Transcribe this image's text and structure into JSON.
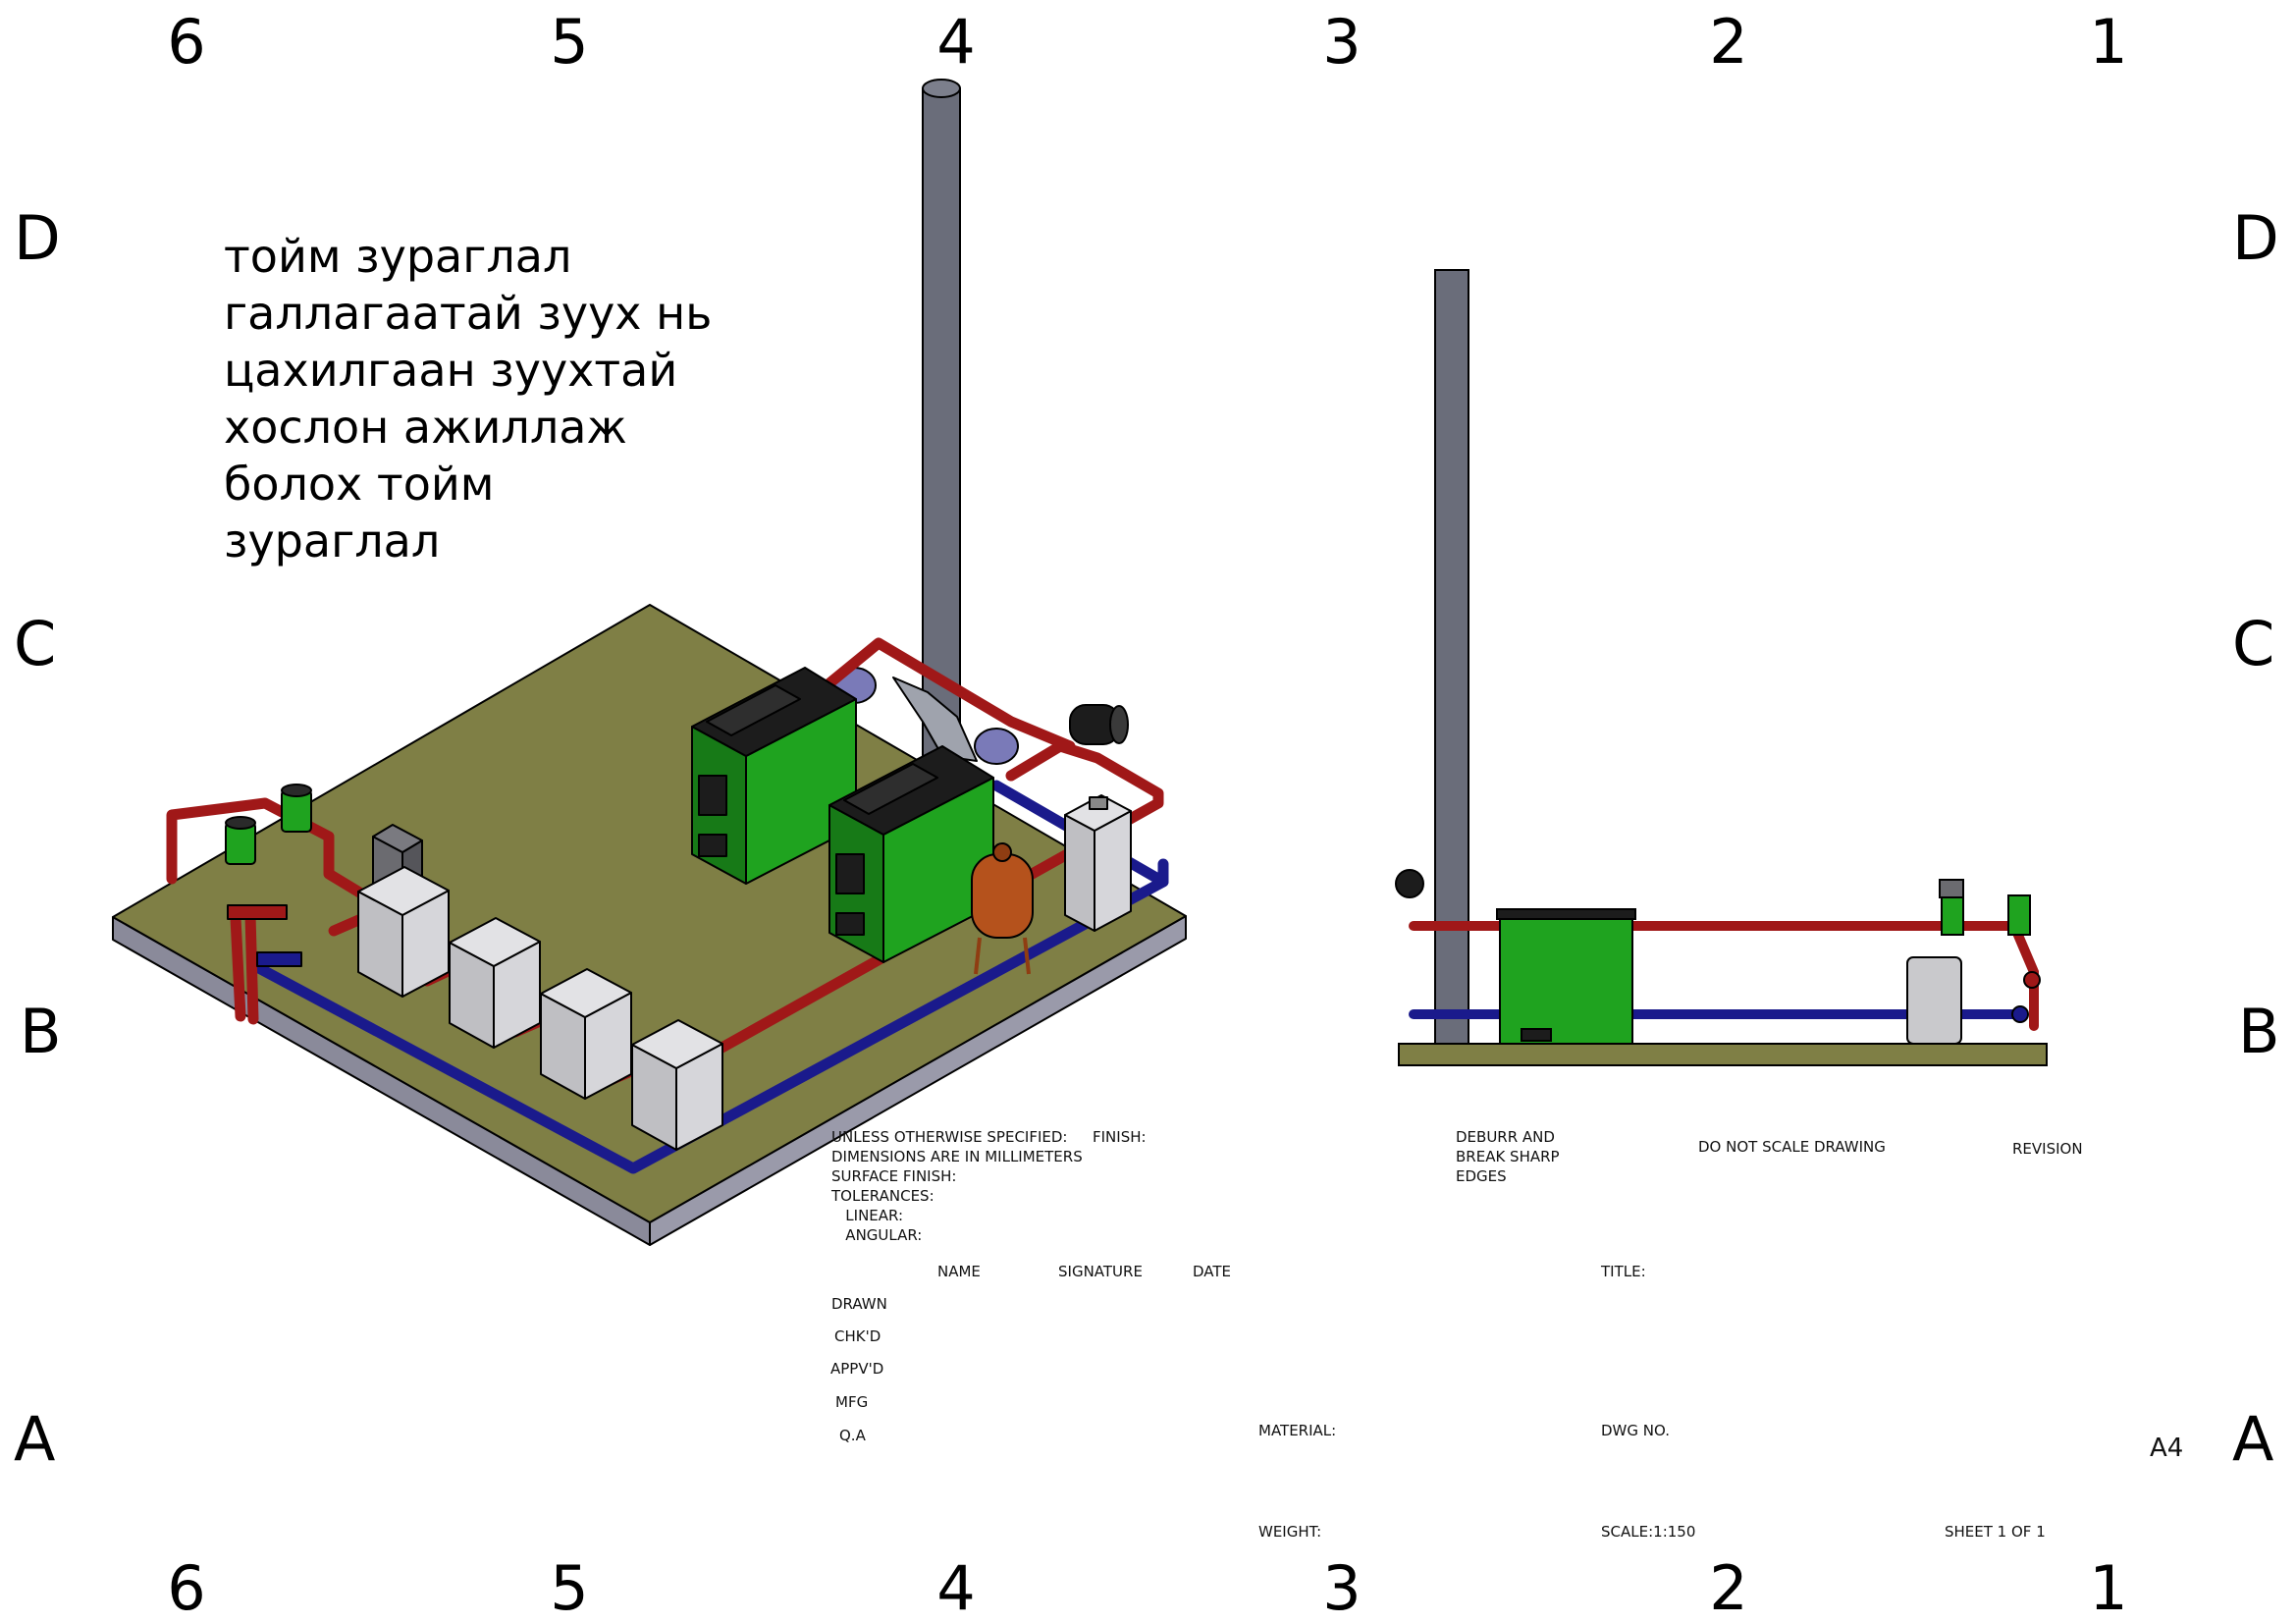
{
  "border": {
    "columns": [
      "6",
      "5",
      "4",
      "3",
      "2",
      "1"
    ],
    "rows": [
      "D",
      "C",
      "B",
      "A"
    ]
  },
  "note_lines": [
    "тойм зураглал",
    "галлагаатай зуух нь",
    "цахилгаан зуухтай",
    "хослон ажиллаж",
    "болох тойм",
    "зураглал"
  ],
  "title_block": {
    "general_notes": [
      "UNLESS OTHERWISE SPECIFIED:",
      "DIMENSIONS ARE IN MILLIMETERS",
      "SURFACE FINISH:",
      "TOLERANCES:",
      "   LINEAR:",
      "   ANGULAR:"
    ],
    "finish": "FINISH:",
    "deburr": [
      "DEBURR AND",
      "BREAK SHARP",
      "EDGES"
    ],
    "do_not_scale": "DO NOT SCALE DRAWING",
    "revision": "REVISION",
    "headers": {
      "name": "NAME",
      "signature": "SIGNATURE",
      "date": "DATE"
    },
    "roles": [
      "DRAWN",
      "CHK'D",
      "APPV'D",
      "MFG",
      "Q.A"
    ],
    "title": "TITLE:",
    "material": "MATERIAL:",
    "dwg_no": "DWG NO.",
    "sheet_size": "A4",
    "weight": "WEIGHT:",
    "scale": "SCALE:1:150",
    "sheet": "SHEET 1 OF 1"
  },
  "colors": {
    "base_top": "#7f7f45",
    "base_side": "#8a8a9a",
    "boiler_green": "#1fa31f",
    "boiler_top": "#1c1c1c",
    "hot_pipe": "#a01818",
    "cold_pipe": "#1a1a8c",
    "chimney": "#6a6d7a",
    "cabinet": "#c9c9cc",
    "tank": "#b5521c",
    "pump_blue": "#7a7ab8"
  }
}
